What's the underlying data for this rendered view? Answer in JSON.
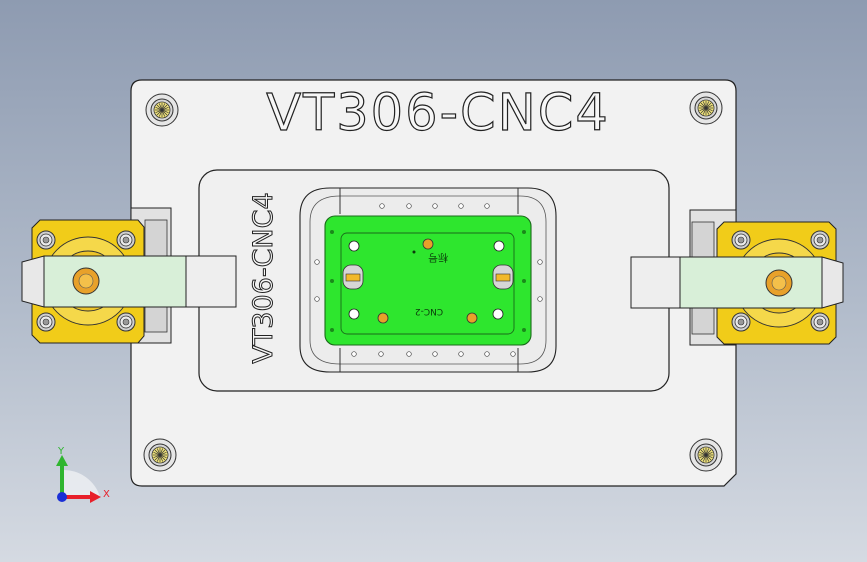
{
  "part": {
    "top_label": "VT306-CNC4",
    "side_label": "VT306-CNC4",
    "pcb_mark_a": "标号",
    "pcb_mark_b": "CNC-2"
  },
  "triad": {
    "x_label": "X",
    "y_label": "Y",
    "x_color": "#e8202a",
    "y_color": "#2fb52f",
    "z_color": "#1a2fd6"
  },
  "colors": {
    "plate": "#f2f2f2",
    "pcb_green": "#2ee62e",
    "clamp_yellow": "#f1cc19",
    "arm_green": "#d8efd8",
    "screw_gold": "#e8a12a"
  }
}
